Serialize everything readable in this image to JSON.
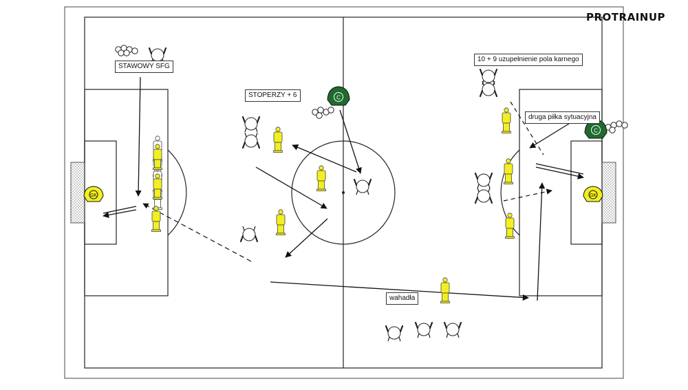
{
  "brand": {
    "name": "PROTRAINUP"
  },
  "labels": {
    "stawowy": "STAWOWY SFG",
    "stoperzy": "STOPERZY + 6",
    "uzupelnienie": "10 + 9 uzupełnienie pola karnego",
    "druga_pilka": "druga piłka sytuacyjna",
    "wahadla": "wahadła"
  },
  "markers": {
    "coach": "C",
    "goalkeeper": "GK"
  },
  "colors": {
    "mannequin": "#f2ef22",
    "coach": "#1f6b2e",
    "goalkeeper": "#f2ef22",
    "lines": "#111111"
  }
}
